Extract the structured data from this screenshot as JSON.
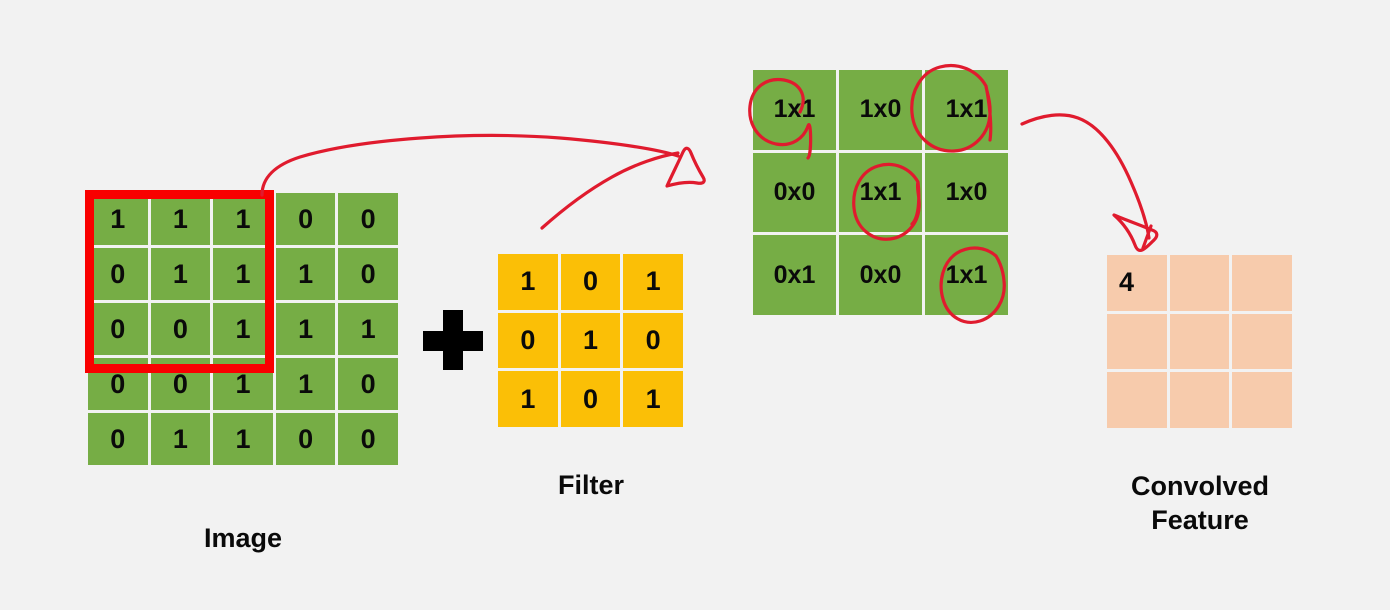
{
  "diagram": {
    "title": "Convolution operation: image patch times filter gives convolved feature",
    "colors": {
      "background": "#f2f2f2",
      "image_cell": "#76ad45",
      "filter_cell": "#fbbf06",
      "product_cell": "#76ad45",
      "output_cell": "#f7cbac",
      "highlight_box": "#f90000",
      "annotation": "#e01b2e",
      "text": "#0a0a0a"
    }
  },
  "image_matrix": {
    "label": "Image",
    "rows": 5,
    "cols": 5,
    "values": [
      [
        "1",
        "1",
        "1",
        "0",
        "0"
      ],
      [
        "0",
        "1",
        "1",
        "1",
        "0"
      ],
      [
        "0",
        "0",
        "1",
        "1",
        "1"
      ],
      [
        "0",
        "0",
        "1",
        "1",
        "0"
      ],
      [
        "0",
        "1",
        "1",
        "0",
        "0"
      ]
    ],
    "highlight": {
      "name": "receptive-field",
      "start_row": 0,
      "start_col": 0,
      "rows": 3,
      "cols": 3
    }
  },
  "operator": {
    "symbol": "plus",
    "glyph": "+"
  },
  "filter_matrix": {
    "label": "Filter",
    "rows": 3,
    "cols": 3,
    "values": [
      [
        "1",
        "0",
        "1"
      ],
      [
        "0",
        "1",
        "0"
      ],
      [
        "1",
        "0",
        "1"
      ]
    ]
  },
  "product_matrix": {
    "rows": 3,
    "cols": 3,
    "values": [
      [
        "1x1",
        "1x0",
        "1x1"
      ],
      [
        "0x0",
        "1x1",
        "1x0"
      ],
      [
        "0x1",
        "0x0",
        "1x1"
      ]
    ],
    "circled_cells": [
      [
        0,
        0
      ],
      [
        0,
        2
      ],
      [
        1,
        1
      ],
      [
        2,
        2
      ]
    ]
  },
  "convolved_matrix": {
    "label": "Convolved\nFeature",
    "rows": 3,
    "cols": 3,
    "values": [
      [
        "4",
        "",
        ""
      ],
      [
        "",
        "",
        ""
      ],
      [
        "",
        "",
        ""
      ]
    ]
  },
  "annotations": {
    "arrows": [
      {
        "name": "image-to-product-arrow",
        "from": "image-highlight",
        "to": "product-matrix"
      },
      {
        "name": "product-to-output-arrow",
        "from": "product-matrix",
        "to": "convolved-matrix"
      }
    ]
  }
}
